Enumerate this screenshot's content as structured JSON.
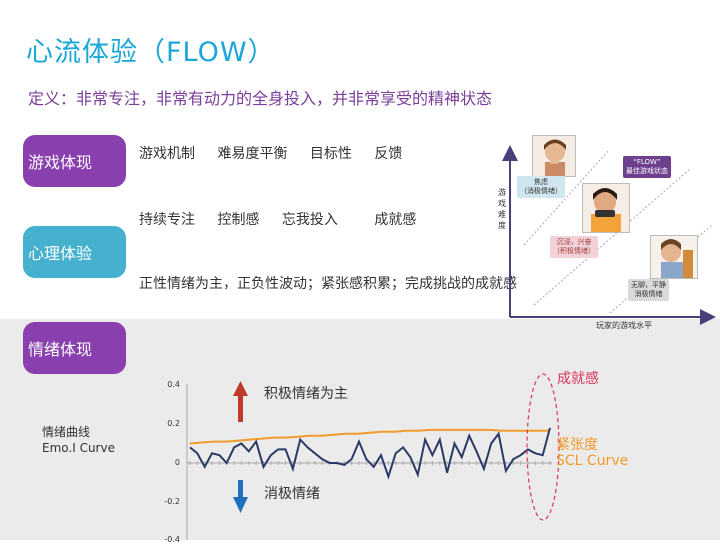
{
  "title": "心流体验（FLOW）",
  "definition": "定义：非常专注，非常有动力的全身投入，并非常享受的精神状态",
  "sections": {
    "game": {
      "label": "游戏体现",
      "items": [
        "游戏机制",
        "难易度平衡",
        "目标性",
        "反馈"
      ]
    },
    "psychology": {
      "label": "心理体验",
      "items": [
        "持续专注",
        "控制感",
        "忘我投入",
        "成就感"
      ],
      "summary": "正性情绪为主，正负性波动；紧张感积累；完成挑战的成就感"
    },
    "emotion": {
      "label": "情绪体现"
    }
  },
  "flow_diagram": {
    "y_axis": "游戏难度",
    "x_axis": "玩家的游戏水平",
    "anxiety": [
      "焦虑",
      "（消极情绪）"
    ],
    "best": [
      "“FLOW”",
      "最佳游戏状态"
    ],
    "immersion": [
      "沉浸，兴奋",
      "（积极情绪）"
    ],
    "boredom": [
      "无聊，平静",
      "消极情绪"
    ]
  },
  "chart_data": {
    "type": "line",
    "ylabel_lines": [
      "情绪曲线",
      "Emo.I Curve"
    ],
    "ylim": [
      -0.4,
      0.4
    ],
    "yticks": [
      "0.4",
      "0.2",
      "0",
      "-0.2",
      "-0.4"
    ],
    "positive_label": "积极情绪为主",
    "negative_label": "消极情绪",
    "achievement_label": "成就感",
    "series": [
      {
        "name": "紧张度 SCL Curve",
        "name_lines": [
          "紧张度",
          "SCL Curve"
        ],
        "color": "#f39a2c",
        "values": [
          0.1,
          0.105,
          0.11,
          0.11,
          0.115,
          0.12,
          0.125,
          0.13,
          0.13,
          0.135,
          0.14,
          0.14,
          0.145,
          0.15,
          0.15,
          0.155,
          0.16,
          0.16,
          0.165,
          0.165,
          0.17,
          0.17,
          0.17,
          0.17,
          0.17,
          0.17,
          0.165,
          0.165,
          0.165,
          0.165,
          0.165
        ]
      },
      {
        "name": "Emo.I Curve",
        "color": "#2b3a67",
        "values": [
          0.08,
          0.05,
          -0.02,
          0.05,
          0.04,
          0.0,
          0.08,
          0.1,
          0.06,
          0.11,
          -0.02,
          0.04,
          0.07,
          0.07,
          -0.03,
          0.12,
          0.08,
          0.05,
          0.02,
          0.0,
          0.0,
          -0.01,
          0.02,
          0.11,
          0.02,
          -0.02,
          0.04,
          -0.07,
          0.05,
          0.08,
          0.03,
          -0.06,
          0.12,
          0.04,
          0.12,
          -0.05,
          0.1,
          0.03,
          0.14,
          0.06,
          -0.03,
          0.1,
          0.15,
          -0.04,
          0.02,
          0.04,
          0.07,
          0.05,
          0.04,
          0.18
        ]
      }
    ]
  }
}
